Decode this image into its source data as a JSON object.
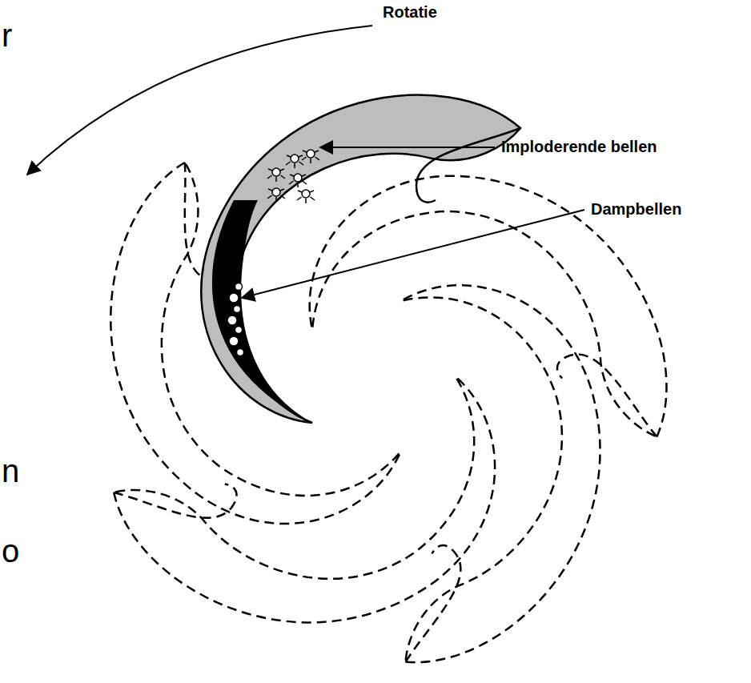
{
  "diagram": {
    "labels": [
      "Rotatie",
      "Imploderende bellen",
      "Dampbellen",
      "r",
      "n",
      "o"
    ]
  }
}
